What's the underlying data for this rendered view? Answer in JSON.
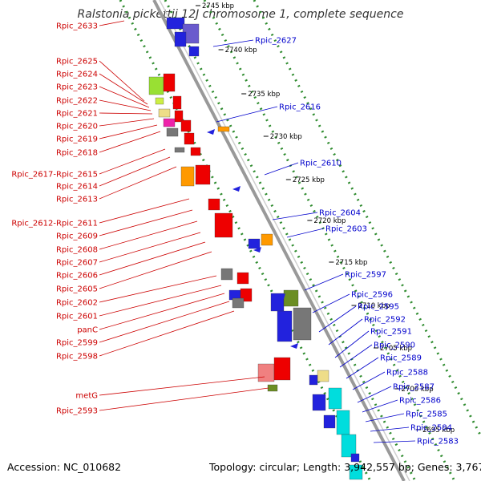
{
  "title": "Ralstonia pickettii 12J chromosome 1, complete sequence",
  "footer": {
    "accession": "Accession: NC_010682",
    "summary": "Topology: circular; Length: 3,942,557 bp; Genes: 3,767"
  },
  "colors": {
    "reverse_label": "#cc0000",
    "forward_label": "#0000cc",
    "backbone": "#999999",
    "dotted_track": "#2e8b2e"
  },
  "scale_labels": [
    "2745 kbp",
    "2740 kbp",
    "2735 kbp",
    "2730 kbp",
    "2725 kbp",
    "2720 kbp",
    "2715 kbp",
    "2710 kbp",
    "2705 kbp",
    "2700 kbp",
    "2695 kbp"
  ],
  "labels_left": [
    "Rpic_2633",
    "Rpic_2625",
    "Rpic_2624",
    "Rpic_2623",
    "Rpic_2622",
    "Rpic_2621",
    "Rpic_2620",
    "Rpic_2619",
    "Rpic_2618",
    "Rpic_2617-Rpic_2615",
    "Rpic_2614",
    "Rpic_2613",
    "Rpic_2612-Rpic_2611",
    "Rpic_2609",
    "Rpic_2608",
    "Rpic_2607",
    "Rpic_2606",
    "Rpic_2605",
    "Rpic_2602",
    "Rpic_2601",
    "panC",
    "Rpic_2599",
    "Rpic_2598",
    "metG",
    "Rpic_2593"
  ],
  "labels_right": [
    "Rpic_2627",
    "Rpic_2616",
    "Rpic_2610",
    "Rpic_2604",
    "Rpic_2603",
    "Rpic_2597",
    "Rpic_2596",
    "Rpic_2595",
    "Rpic_2592",
    "Rpic_2591",
    "Rpic_2590",
    "Rpic_2589",
    "Rpic_2588",
    "Rpic_2587",
    "Rpic_2586",
    "Rpic_2585",
    "Rpic_2584",
    "Rpic_2583"
  ]
}
